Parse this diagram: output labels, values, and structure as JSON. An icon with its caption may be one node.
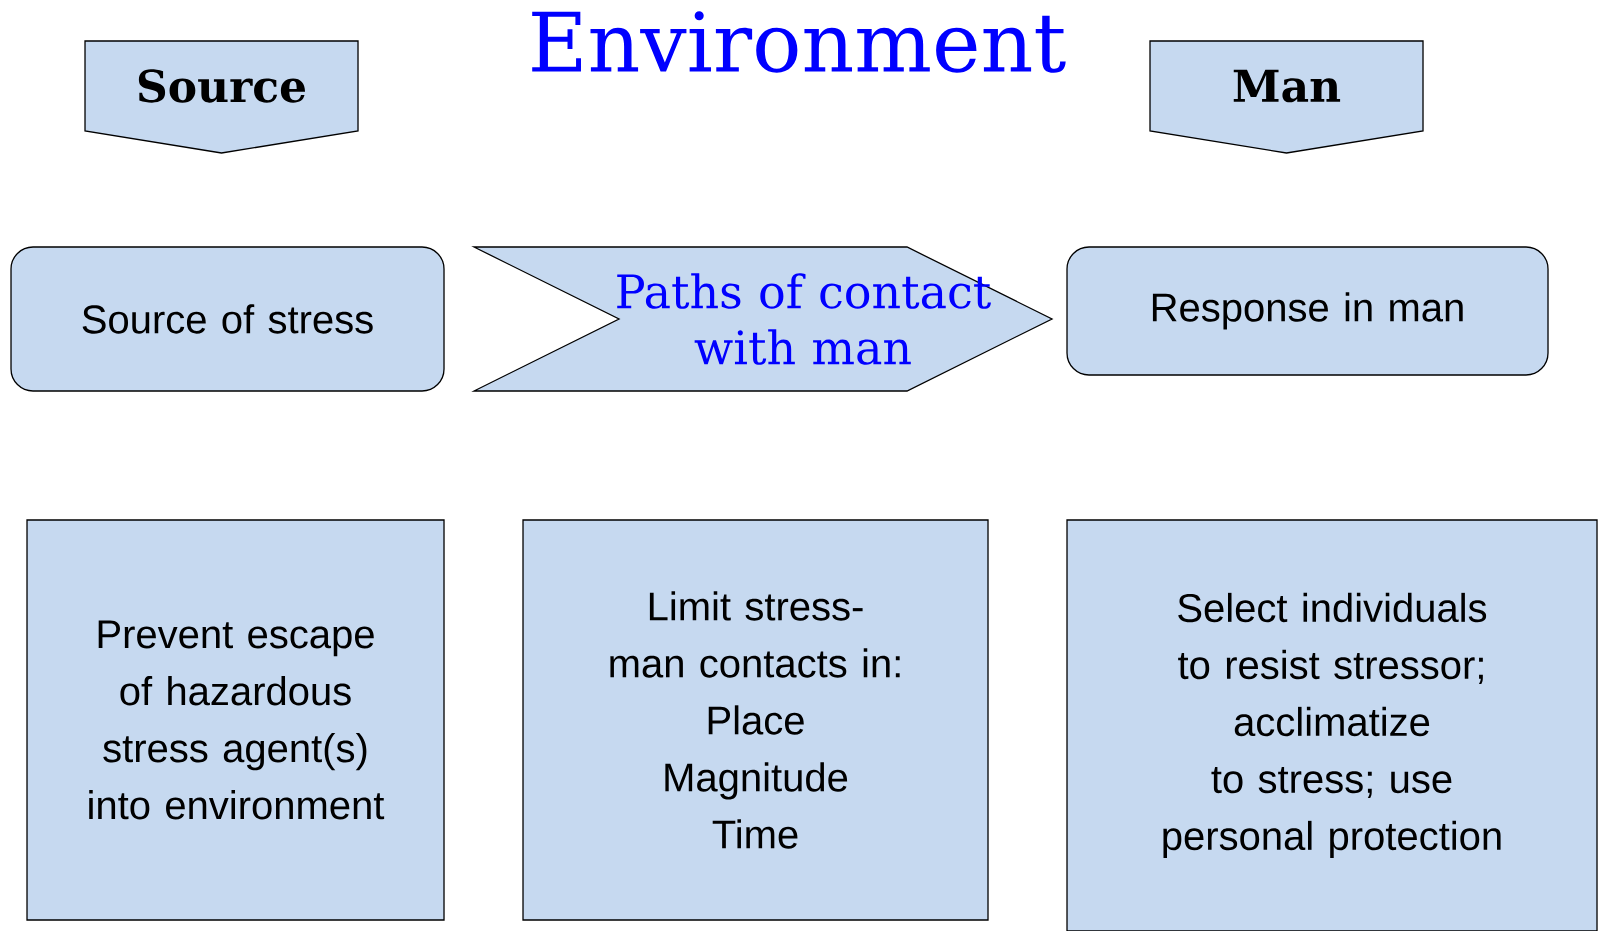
{
  "diagram": {
    "title": "Environment",
    "nodes": [
      {
        "text": [
          "Source"
        ]
      },
      {
        "text": [
          "Man"
        ]
      },
      {
        "text": [
          "Source of stress"
        ]
      },
      {
        "text": [
          "Paths of contact with man"
        ]
      },
      {
        "text": [
          "Response in man"
        ]
      },
      {
        "text": [
          "Prevent escape of hazardous stress agent(s) into environment"
        ]
      },
      {
        "text": [
          "Limit stress-man contacts in:",
          "Place",
          "Magnitude",
          "Time"
        ]
      },
      {
        "text": [
          "Select individuals to resist stressor; acclimatize to stress; use personal protection"
        ]
      }
    ]
  }
}
